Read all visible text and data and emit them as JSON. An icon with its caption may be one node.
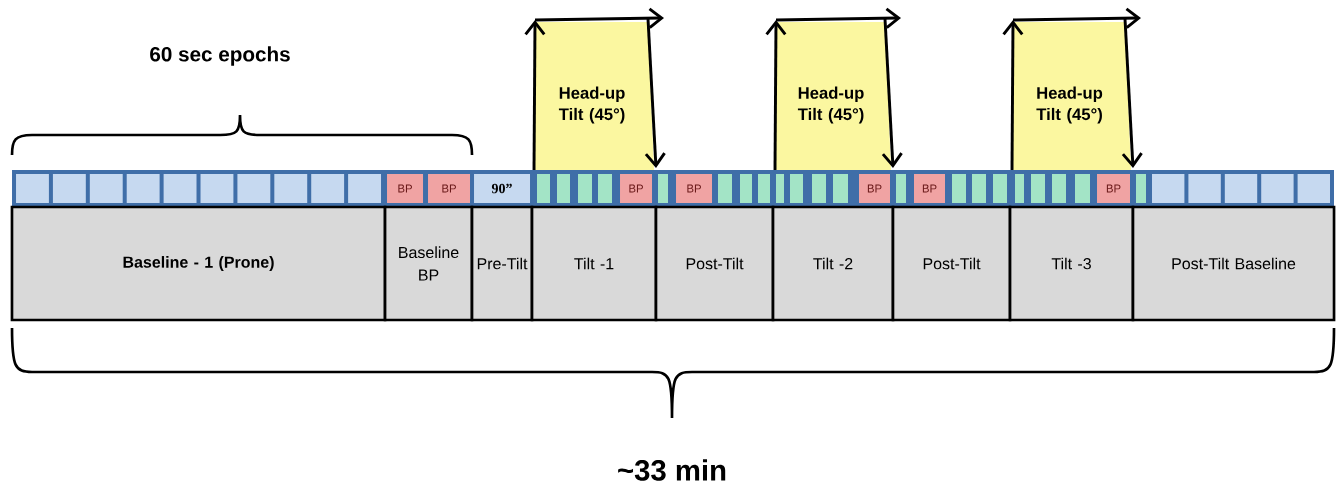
{
  "diagram": {
    "nodes": [
      {
        "text": [
          "Baseline - 1 (Prone)"
        ]
      },
      {
        "text": [
          "Baseline BP"
        ]
      },
      {
        "text": [
          "Pre-Tilt"
        ]
      },
      {
        "text": [
          "Tilt -1"
        ]
      },
      {
        "text": [
          "Post-Tilt"
        ]
      },
      {
        "text": [
          "Tilt -2"
        ]
      },
      {
        "text": [
          "Post-Tilt"
        ]
      },
      {
        "text": [
          "Tilt -3"
        ]
      },
      {
        "text": [
          "Post-Tilt  Baseline"
        ]
      },
      {
        "text": [
          "Head-up Tilt (45°)"
        ]
      },
      {
        "text": [
          "Head-up Tilt (45°)"
        ]
      },
      {
        "text": [
          "Head-up Tilt (45°)"
        ]
      }
    ],
    "labels": [
      "60 sec epochs",
      "BP",
      "BP",
      "90”",
      "BP",
      "BP",
      "BP",
      "BP",
      "BP",
      "~33 min"
    ]
  }
}
